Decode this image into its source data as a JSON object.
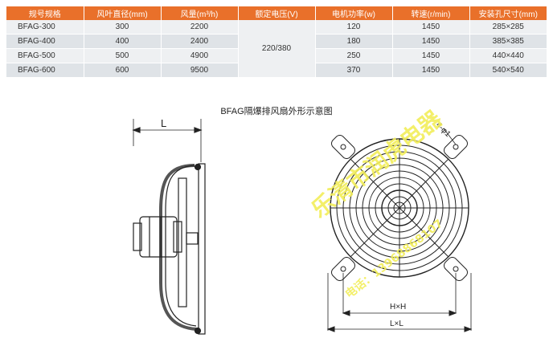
{
  "table": {
    "headers": [
      "规号规格",
      "风叶直径(mm)",
      "风量(m³/h)",
      "额定电压(V)",
      "电机功率(w)",
      "转速(r/min)",
      "安装孔尺寸(mm)"
    ],
    "rows": [
      {
        "model": "BFAG-300",
        "diameter": "300",
        "airflow": "2200",
        "power": "120",
        "speed": "1450",
        "hole": "285×285"
      },
      {
        "model": "BFAG-400",
        "diameter": "400",
        "airflow": "2400",
        "power": "180",
        "speed": "1450",
        "hole": "385×385"
      },
      {
        "model": "BFAG-500",
        "diameter": "500",
        "airflow": "4900",
        "power": "250",
        "speed": "1450",
        "hole": "440×440"
      },
      {
        "model": "BFAG-600",
        "diameter": "600",
        "airflow": "9500",
        "power": "370",
        "speed": "1450",
        "hole": "540×540"
      }
    ],
    "voltage": "220/380"
  },
  "diagram": {
    "title": "BFAG隔爆排风扇外形示意图",
    "side_label": "L",
    "hole_label": "4-φ1",
    "dim_inner": "H×H",
    "dim_outer": "L×L"
  },
  "watermark": {
    "company": "乐清市润虎电器",
    "phone": "电话：13968868107"
  },
  "colors": {
    "header_bg": "#e9702a",
    "row_light": "#eef0f2",
    "row_dark": "#dfe3e7",
    "watermark": "#f2ee5a"
  }
}
